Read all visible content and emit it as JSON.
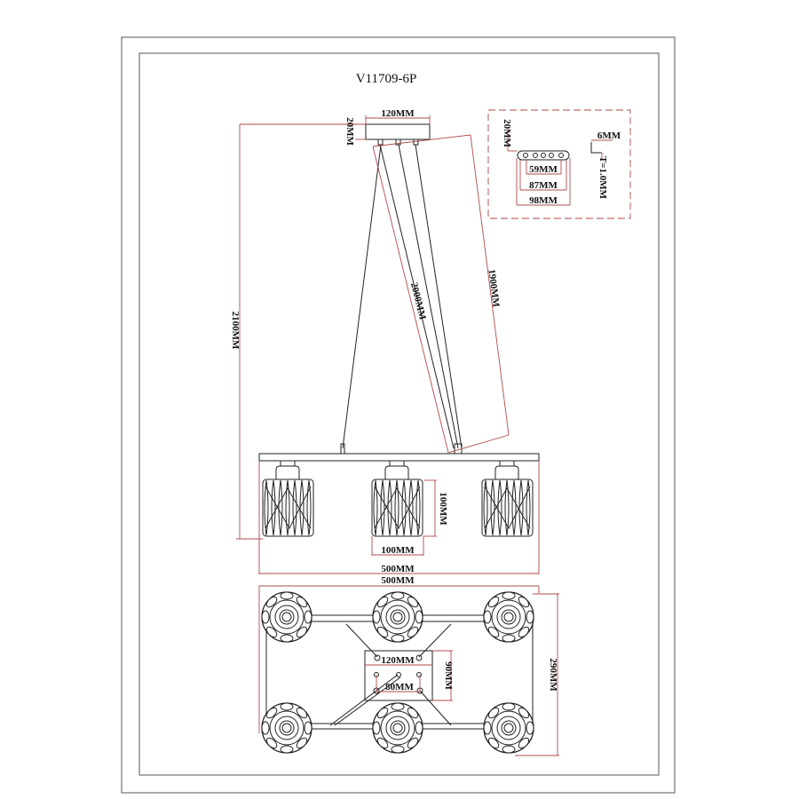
{
  "title": "V11709-6P",
  "colors": {
    "dimension_line": "#b04a4a",
    "drawing_line": "#222222"
  },
  "dimensions": {
    "canopy_width": "120MM",
    "canopy_height": "20MM",
    "total_height": "2100MM",
    "cable_long": "2000MM",
    "cable_short": "1900MM",
    "shade_height": "100MM",
    "shade_width": "100MM",
    "bar_length": "500MM",
    "plan_length": "500MM",
    "plan_width": "290MM",
    "plate_width": "120MM",
    "plate_height": "90MM",
    "plate_hole_spacing": "80MM"
  },
  "bracket_detail": {
    "height": "20MM",
    "hole_spacing_inner": "59MM",
    "hole_spacing_outer": "87MM",
    "length": "98MM",
    "flange": "6MM",
    "thickness": "T=1.0MM"
  }
}
